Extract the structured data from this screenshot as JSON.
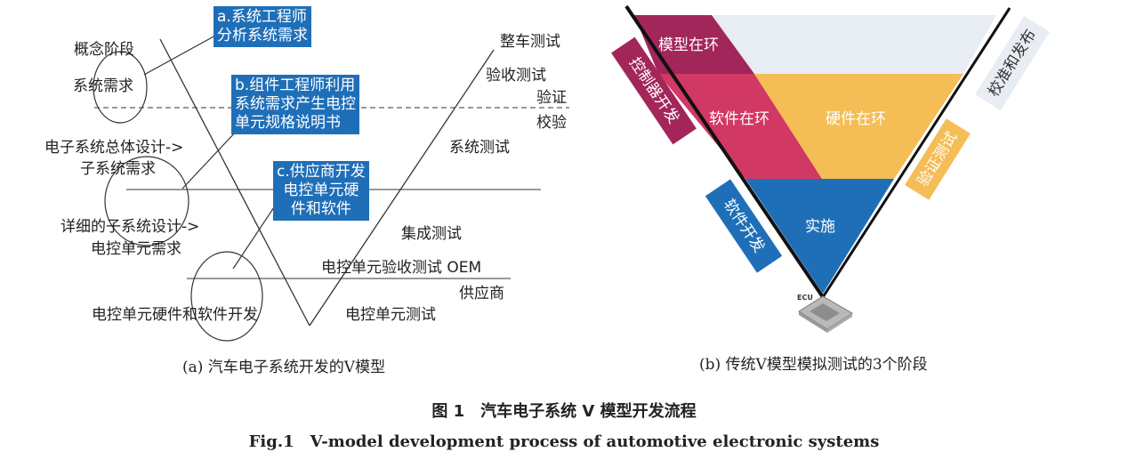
{
  "left": {
    "phases": {
      "concept": "概念阶段",
      "system_req": "系统需求",
      "overall_design_1": "电子系统总体设计->",
      "overall_design_2": "子系统需求",
      "detail_design_1": "详细的子系统设计->",
      "detail_design_2": "电控单元需求",
      "hw_sw_dev": "电控单元硬件和软件开发"
    },
    "tests": {
      "vehicle": "整车测试",
      "acceptance": "验收测试",
      "validation": "验证",
      "verification": "校验",
      "system": "系统测试",
      "integration": "集成测试",
      "ecu_acceptance": "电控单元验收测试 OEM",
      "supplier": "供应商",
      "ecu_test": "电控单元测试"
    },
    "callouts": {
      "a_line1": "a.系统工程师",
      "a_line2": "分析系统需求",
      "b_line1": "b.组件工程师利用",
      "b_line2": "系统需求产生电控",
      "b_line3": "单元规格说明书",
      "c_line1": "c.供应商开发",
      "c_line2": "电控单元硬",
      "c_line3": "件和软件"
    },
    "caption": "(a) 汽车电子系统开发的V模型"
  },
  "right": {
    "regions": {
      "mil": "模型在环",
      "sil": "软件在环",
      "hil": "硬件在环",
      "impl": "实施"
    },
    "side_labels": {
      "controller_dev": "控制器开发",
      "software_dev": "软件开发",
      "calibration": "校准和发布",
      "verification_test": "验证测试"
    },
    "chip_label": "ECU",
    "caption": "(b) 传统V模型模拟测试的3个阶段",
    "colors": {
      "mil": "#a3265a",
      "sil": "#d23864",
      "hil": "#f4bd55",
      "impl": "#1f6fb8",
      "top_light": "#e8edf3"
    }
  },
  "figure": {
    "title_cn": "图 1　汽车电子系统 V 模型开发流程",
    "title_en": "Fig.1　V-model development process of automotive electronic systems"
  }
}
